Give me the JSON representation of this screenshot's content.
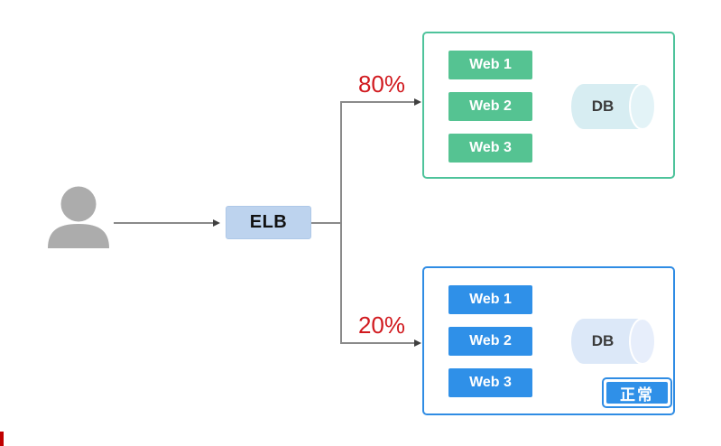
{
  "elb": {
    "label": "ELB"
  },
  "branches": [
    {
      "percent": "80%"
    },
    {
      "percent": "20%"
    }
  ],
  "groups": [
    {
      "name": "green-group",
      "servers": [
        "Web 1",
        "Web 2",
        "Web 3"
      ],
      "db_label": "DB"
    },
    {
      "name": "blue-group",
      "servers": [
        "Web 1",
        "Web 2",
        "Web 3"
      ],
      "db_label": "DB",
      "status_label": "正常"
    }
  ],
  "icons": [
    "user-icon",
    "db-cylinder-icon",
    "arrow-right-icon"
  ],
  "colors": {
    "green_server": "#55c392",
    "green_border": "#4ec39b",
    "blue_server": "#2f90e8",
    "blue_border": "#2f8ce4",
    "elb_fill": "#bdd3ee",
    "percent_red": "#d11a1f",
    "cylinder_teal": "#d7edf2",
    "cylinder_blue": "#dce8f8",
    "line_gray": "#8a8a8a",
    "user_gray": "#acacac",
    "accent_red": "#c00000"
  }
}
